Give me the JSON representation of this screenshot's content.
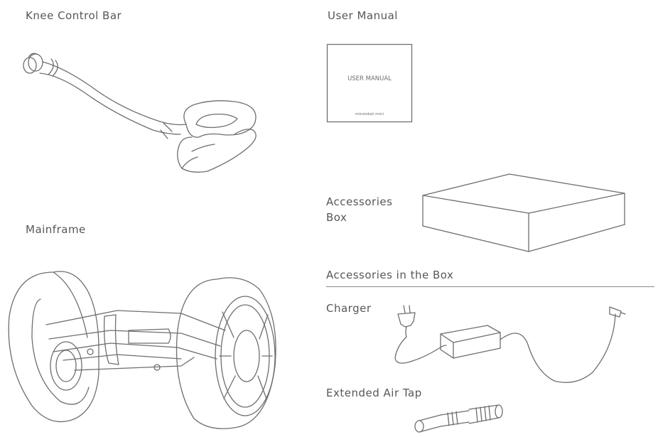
{
  "labels": {
    "knee_control_bar": "Knee Control Bar",
    "user_manual": "User Manual",
    "mainframe": "Mainframe",
    "accessories_box": "Accessories Box",
    "accessories_in_box": "Accessories in the Box",
    "charger": "Charger",
    "extended_air_tap": "Extended Air Tap"
  },
  "manual_cover": {
    "title": "USER MANUAL",
    "brand": "minirobot mini"
  }
}
